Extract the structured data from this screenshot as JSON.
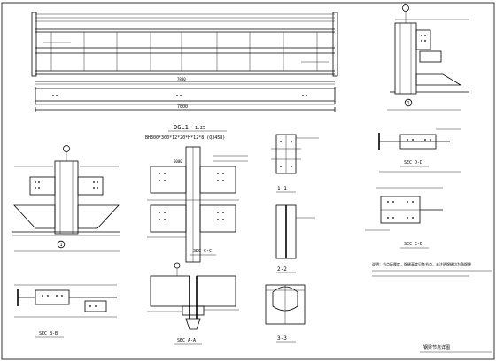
{
  "drawing": {
    "sheet_label": "钢梁节点详图",
    "main_beam": {
      "title": "DGL1",
      "scale": "1:25",
      "section_spec": "BH300*300*12*20*H*12*8 (Q345B)"
    },
    "notes": "说明：节点板厚度，焊缝高度见各节点，未注明焊缝均为角焊缝",
    "section_labels": {
      "sec_d": "SEC D-D",
      "sec_e": "SEC E-E",
      "sec_c": "SEC C-C",
      "sec_b": "SEC B-B",
      "sec_a": "SEC A-A",
      "cut_1": "1-1",
      "cut_2": "2-2",
      "cut_3": "3-3"
    },
    "detail_markers": {
      "top_right": "1",
      "left_mid": "1"
    },
    "dimensions": {
      "beam_overall": "7800",
      "beam_bay": "7800",
      "node_width": "6000"
    }
  }
}
